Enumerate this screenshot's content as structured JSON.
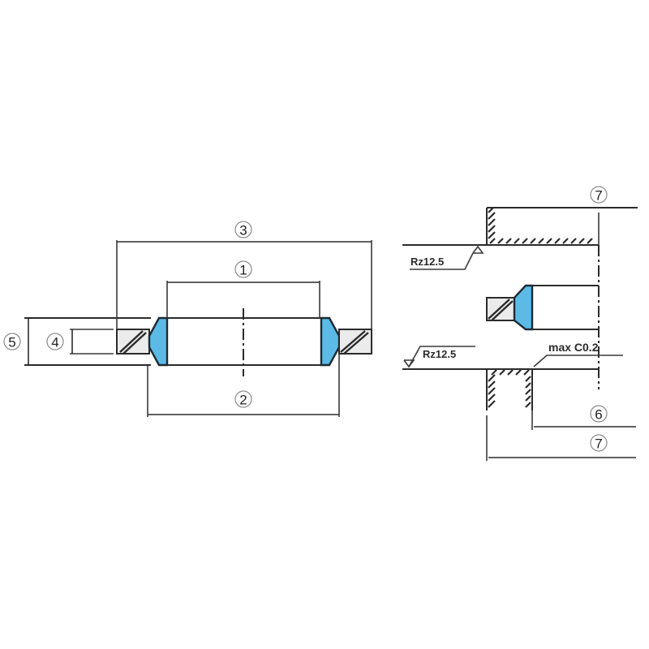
{
  "diagram": {
    "type": "technical-drawing",
    "subject": "seal / backup ring cross-section with housing dimensions",
    "colors": {
      "seal_fill": "#5bbbe6",
      "line": "#2b2b2b",
      "ring_fill": "#ebebeb",
      "background": "#ffffff"
    },
    "left_view": {
      "dimension_labels": {
        "d1": "1",
        "d2": "2",
        "d3": "3",
        "d4": "4",
        "d5": "5"
      }
    },
    "right_view": {
      "dimension_labels": {
        "d6": "6",
        "d7_top": "7",
        "d7_bottom": "7"
      },
      "surface_finish_top": "Rz12.5",
      "surface_finish_bottom": "Rz12.5",
      "chamfer_note": "max C0.2"
    }
  }
}
